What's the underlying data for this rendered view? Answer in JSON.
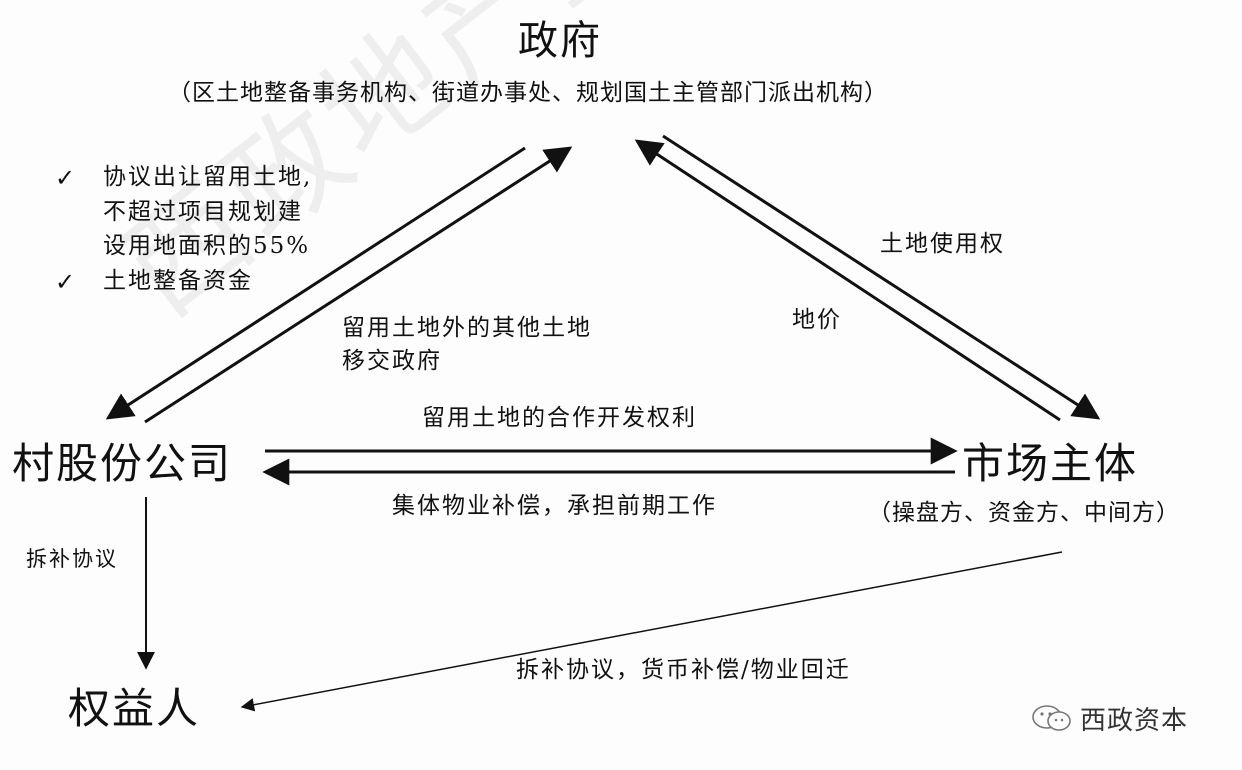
{
  "nodes": {
    "government": {
      "title": "政府",
      "subtitle": "（区土地整备事务机构、街道办事处、规划国土主管部门派出机构）"
    },
    "village_company": {
      "title": "村股份公司"
    },
    "market_entity": {
      "title": "市场主体",
      "subtitle": "（操盘方、资金方、中间方）"
    },
    "rights_holder": {
      "title": "权益人"
    }
  },
  "checklist": {
    "items": [
      {
        "icon": "check-icon",
        "lines": [
          "协议出让留用土地,",
          "不超过项目规划建",
          "设用地面积的55%"
        ]
      },
      {
        "icon": "check-icon",
        "lines": [
          "土地整备资金"
        ]
      }
    ]
  },
  "edges": {
    "village_to_gov": {
      "lines": [
        "留用土地外的其他土地",
        "移交政府"
      ]
    },
    "gov_to_market": {
      "label": "土地使用权"
    },
    "market_to_gov": {
      "label": "地价"
    },
    "village_to_market": {
      "label": "留用土地的合作开发权利"
    },
    "market_to_village": {
      "label": "集体物业补偿，承担前期工作"
    },
    "village_to_rights": {
      "label": "拆补协议"
    },
    "market_to_rights": {
      "label": "拆补协议，货币补偿/物业回迁"
    }
  },
  "watermark": {
    "text": "西政地产金融研"
  },
  "logo": {
    "icon": "wechat-icon",
    "text": "西政资本"
  },
  "colors": {
    "line": "#111111",
    "text": "#111111",
    "watermark": "#e4e4e4"
  }
}
